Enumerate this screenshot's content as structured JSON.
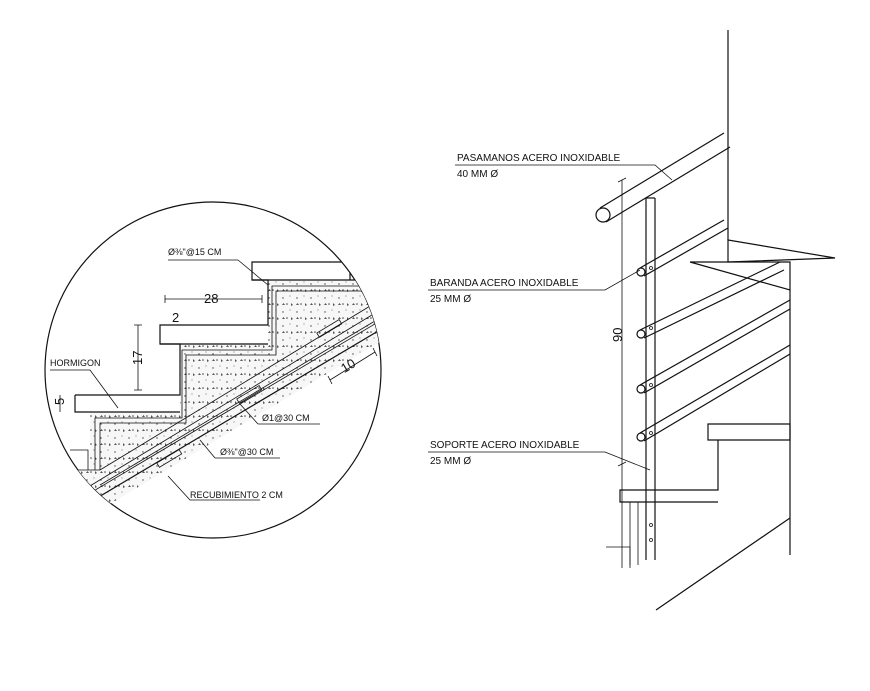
{
  "detail": {
    "rebar_top": "Ø⅜\"@15 CM",
    "dim_28": "28",
    "dim_2": "2",
    "dim_17": "17",
    "dim_5": "5",
    "dim_10": "10",
    "hormigon": "HORMIGON",
    "rebar_1": "Ø1@30 CM",
    "rebar_2": "Ø⅜\"@30 CM",
    "recubrimiento": "RECUBIMIENTO 2 CM"
  },
  "railing": {
    "pasamanos_title": "PASAMANOS ACERO INOXIDABLE",
    "pasamanos_size": "40 MM Ø",
    "baranda_title": "BARANDA ACERO INOXIDABLE",
    "baranda_size": "25 MM Ø",
    "soporte_title": "SOPORTE ACERO INOXIDABLE",
    "soporte_size": "25 MM Ø",
    "dim_90": "90"
  }
}
